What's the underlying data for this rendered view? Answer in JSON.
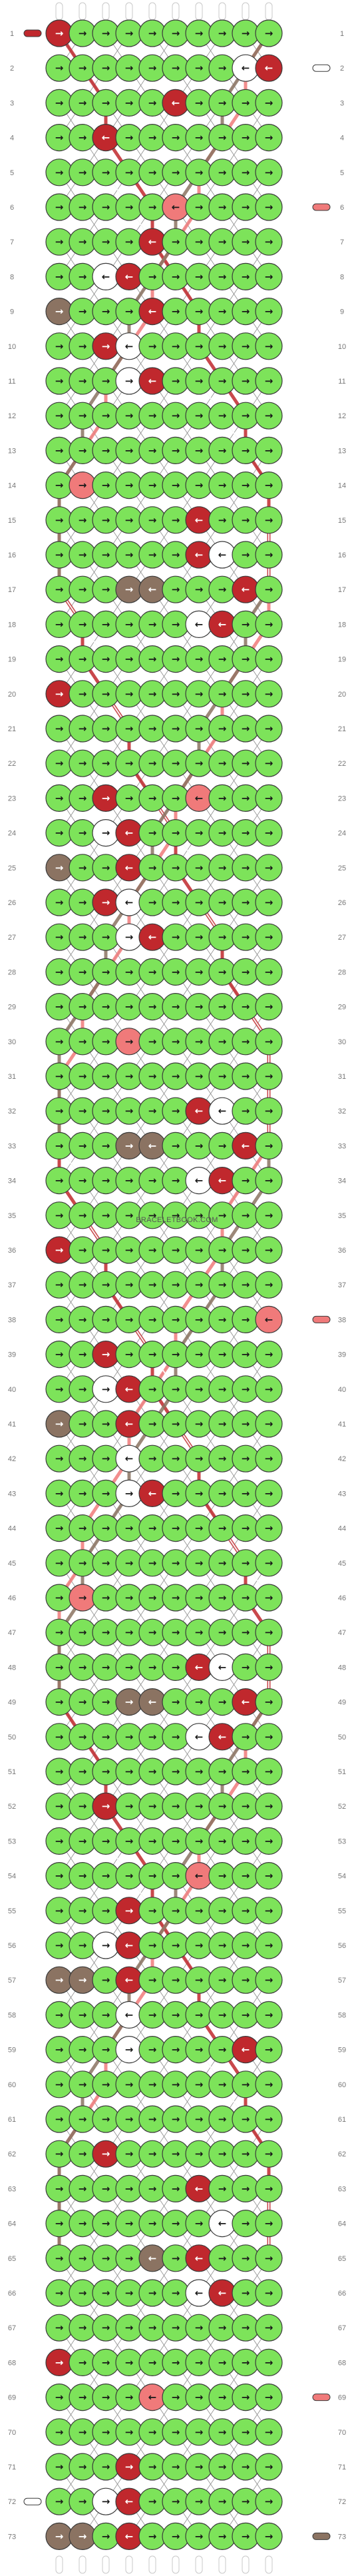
{
  "app": {
    "watermark": "BRACELETBOOK.COM"
  },
  "pattern": {
    "rows": 73,
    "strings": 10,
    "colors": {
      "a": "#7de35a",
      "b": "#c0282d",
      "c": "#f07a7a",
      "d": "#8b7362",
      "e": "#ffffff"
    },
    "string_order": [
      "b",
      "a",
      "a",
      "a",
      "d",
      "d",
      "a",
      "b",
      "b",
      "b"
    ],
    "overlay_strings": [
      "b",
      "c",
      "e",
      "d"
    ],
    "arrow_glyphs": {
      "right": "→",
      "left": "←"
    },
    "default_knot": {
      "color": "a",
      "dir": "right"
    },
    "knot_overrides": [
      {
        "r": 1,
        "k": 0,
        "color": "b",
        "dir": "right"
      },
      {
        "r": 2,
        "k": 8,
        "color": "e",
        "dir": "left"
      },
      {
        "r": 2,
        "k": 9,
        "color": "b",
        "dir": "left"
      },
      {
        "r": 3,
        "k": 5,
        "color": "b",
        "dir": "left"
      },
      {
        "r": 4,
        "k": 2,
        "color": "b",
        "dir": "left"
      },
      {
        "r": 6,
        "k": 5,
        "color": "c",
        "dir": "left"
      },
      {
        "r": 7,
        "k": 4,
        "color": "b",
        "dir": "left"
      },
      {
        "r": 8,
        "k": 2,
        "color": "e",
        "dir": "left"
      },
      {
        "r": 8,
        "k": 3,
        "color": "b",
        "dir": "left"
      },
      {
        "r": 9,
        "k": 0,
        "color": "d",
        "dir": "right"
      },
      {
        "r": 9,
        "k": 4,
        "color": "b",
        "dir": "left"
      },
      {
        "r": 10,
        "k": 2,
        "color": "b",
        "dir": "right"
      },
      {
        "r": 10,
        "k": 3,
        "color": "e",
        "dir": "left"
      },
      {
        "r": 11,
        "k": 3,
        "color": "e",
        "dir": "right"
      },
      {
        "r": 11,
        "k": 4,
        "color": "b",
        "dir": "left"
      },
      {
        "r": 14,
        "k": 1,
        "color": "c",
        "dir": "right"
      },
      {
        "r": 15,
        "k": 6,
        "color": "b",
        "dir": "left"
      },
      {
        "r": 16,
        "k": 6,
        "color": "b",
        "dir": "left"
      },
      {
        "r": 16,
        "k": 7,
        "color": "e",
        "dir": "left"
      },
      {
        "r": 17,
        "k": 3,
        "color": "d",
        "dir": "right"
      },
      {
        "r": 17,
        "k": 4,
        "color": "d",
        "dir": "left"
      },
      {
        "r": 17,
        "k": 8,
        "color": "b",
        "dir": "left"
      },
      {
        "r": 18,
        "k": 6,
        "color": "e",
        "dir": "left"
      },
      {
        "r": 18,
        "k": 7,
        "color": "b",
        "dir": "left"
      },
      {
        "r": 20,
        "k": 0,
        "color": "b",
        "dir": "right"
      },
      {
        "r": 23,
        "k": 2,
        "color": "b",
        "dir": "right"
      },
      {
        "r": 23,
        "k": 6,
        "color": "c",
        "dir": "left"
      },
      {
        "r": 24,
        "k": 2,
        "color": "e",
        "dir": "right"
      },
      {
        "r": 24,
        "k": 3,
        "color": "b",
        "dir": "left"
      },
      {
        "r": 25,
        "k": 0,
        "color": "d",
        "dir": "right"
      },
      {
        "r": 25,
        "k": 3,
        "color": "b",
        "dir": "left"
      },
      {
        "r": 26,
        "k": 2,
        "color": "b",
        "dir": "right"
      },
      {
        "r": 26,
        "k": 3,
        "color": "e",
        "dir": "left"
      },
      {
        "r": 27,
        "k": 3,
        "color": "e",
        "dir": "right"
      },
      {
        "r": 27,
        "k": 4,
        "color": "b",
        "dir": "left"
      },
      {
        "r": 30,
        "k": 3,
        "color": "c",
        "dir": "right"
      },
      {
        "r": 32,
        "k": 6,
        "color": "b",
        "dir": "left"
      },
      {
        "r": 32,
        "k": 7,
        "color": "e",
        "dir": "left"
      },
      {
        "r": 33,
        "k": 3,
        "color": "d",
        "dir": "right"
      },
      {
        "r": 33,
        "k": 4,
        "color": "d",
        "dir": "left"
      },
      {
        "r": 33,
        "k": 8,
        "color": "b",
        "dir": "left"
      },
      {
        "r": 34,
        "k": 6,
        "color": "e",
        "dir": "left"
      },
      {
        "r": 34,
        "k": 7,
        "color": "b",
        "dir": "left"
      },
      {
        "r": 36,
        "k": 0,
        "color": "b",
        "dir": "right"
      },
      {
        "r": 38,
        "k": 9,
        "color": "c",
        "dir": "left"
      },
      {
        "r": 39,
        "k": 2,
        "color": "b",
        "dir": "right"
      },
      {
        "r": 40,
        "k": 2,
        "color": "e",
        "dir": "right"
      },
      {
        "r": 40,
        "k": 3,
        "color": "b",
        "dir": "left"
      },
      {
        "r": 41,
        "k": 0,
        "color": "d",
        "dir": "right"
      },
      {
        "r": 41,
        "k": 3,
        "color": "b",
        "dir": "left"
      },
      {
        "r": 42,
        "k": 3,
        "color": "e",
        "dir": "left"
      },
      {
        "r": 43,
        "k": 3,
        "color": "e",
        "dir": "right"
      },
      {
        "r": 43,
        "k": 4,
        "color": "b",
        "dir": "left"
      },
      {
        "r": 46,
        "k": 1,
        "color": "c",
        "dir": "right"
      },
      {
        "r": 48,
        "k": 6,
        "color": "b",
        "dir": "left"
      },
      {
        "r": 48,
        "k": 7,
        "color": "e",
        "dir": "left"
      },
      {
        "r": 49,
        "k": 3,
        "color": "d",
        "dir": "right"
      },
      {
        "r": 49,
        "k": 4,
        "color": "d",
        "dir": "left"
      },
      {
        "r": 49,
        "k": 8,
        "color": "b",
        "dir": "left"
      },
      {
        "r": 50,
        "k": 6,
        "color": "e",
        "dir": "left"
      },
      {
        "r": 50,
        "k": 7,
        "color": "b",
        "dir": "left"
      },
      {
        "r": 52,
        "k": 2,
        "color": "b",
        "dir": "right"
      },
      {
        "r": 54,
        "k": 6,
        "color": "c",
        "dir": "left"
      },
      {
        "r": 55,
        "k": 3,
        "color": "b",
        "dir": "right"
      },
      {
        "r": 56,
        "k": 2,
        "color": "e",
        "dir": "right"
      },
      {
        "r": 56,
        "k": 3,
        "color": "b",
        "dir": "left"
      },
      {
        "r": 57,
        "k": 0,
        "color": "d",
        "dir": "right"
      },
      {
        "r": 57,
        "k": 1,
        "color": "d",
        "dir": "right"
      },
      {
        "r": 57,
        "k": 3,
        "color": "b",
        "dir": "left"
      },
      {
        "r": 58,
        "k": 3,
        "color": "e",
        "dir": "left"
      },
      {
        "r": 59,
        "k": 3,
        "color": "e",
        "dir": "right"
      },
      {
        "r": 59,
        "k": 8,
        "color": "b",
        "dir": "left"
      },
      {
        "r": 62,
        "k": 2,
        "color": "b",
        "dir": "right"
      },
      {
        "r": 63,
        "k": 6,
        "color": "b",
        "dir": "left"
      },
      {
        "r": 64,
        "k": 7,
        "color": "e",
        "dir": "left"
      },
      {
        "r": 65,
        "k": 4,
        "color": "d",
        "dir": "left"
      },
      {
        "r": 65,
        "k": 6,
        "color": "b",
        "dir": "left"
      },
      {
        "r": 66,
        "k": 6,
        "color": "e",
        "dir": "left"
      },
      {
        "r": 66,
        "k": 7,
        "color": "b",
        "dir": "left"
      },
      {
        "r": 68,
        "k": 0,
        "color": "b",
        "dir": "right"
      },
      {
        "r": 69,
        "k": 4,
        "color": "c",
        "dir": "left"
      },
      {
        "r": 71,
        "k": 3,
        "color": "b",
        "dir": "right"
      },
      {
        "r": 72,
        "k": 2,
        "color": "e",
        "dir": "right"
      },
      {
        "r": 72,
        "k": 3,
        "color": "b",
        "dir": "left"
      },
      {
        "r": 73,
        "k": 0,
        "color": "d",
        "dir": "right"
      },
      {
        "r": 73,
        "k": 1,
        "color": "d",
        "dir": "right"
      },
      {
        "r": 73,
        "k": 3,
        "color": "b",
        "dir": "left"
      }
    ]
  }
}
